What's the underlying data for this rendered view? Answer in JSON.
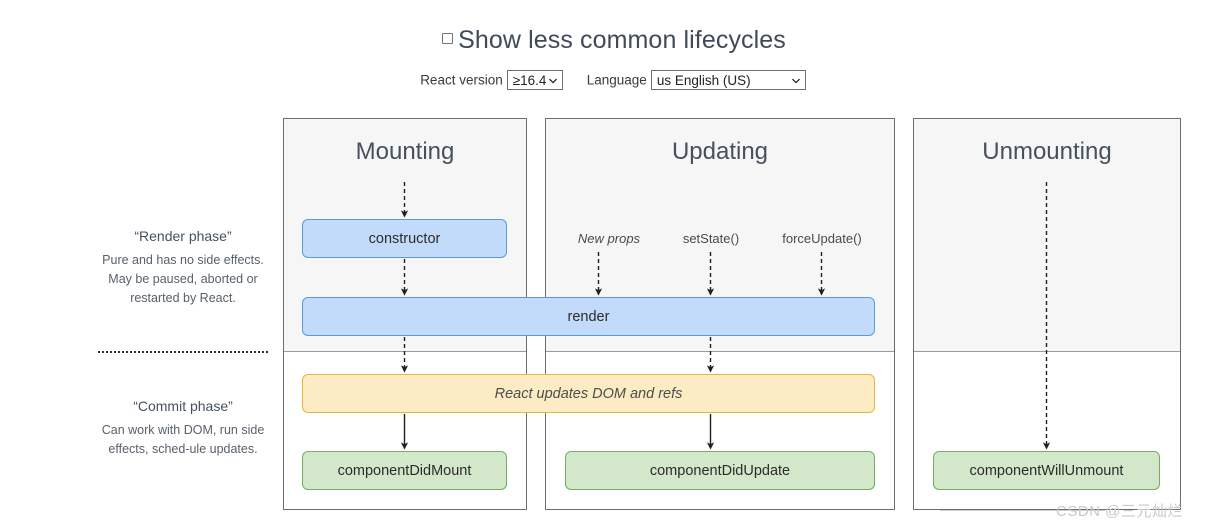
{
  "header": {
    "checkbox_checked": false,
    "title": "Show less common lifecycles",
    "react_version_label": "React version",
    "react_version_value": "≥16.4",
    "language_label": "Language",
    "language_value": "us English (US)",
    "caret_icon": "chevron-down-icon"
  },
  "sidebar": {
    "render_phase": {
      "title": "“Render phase”",
      "description": "Pure and has no side effects. May be paused, aborted or restarted by React."
    },
    "commit_phase": {
      "title": "“Commit phase”",
      "description": "Can work with DOM, run side effects, sched-ule updates."
    }
  },
  "columns": [
    {
      "id": "mounting",
      "title": "Mounting"
    },
    {
      "id": "updating",
      "title": "Updating"
    },
    {
      "id": "unmounting",
      "title": "Unmounting"
    }
  ],
  "boxes": {
    "constructor": "constructor",
    "render": "render",
    "react_updates": "React updates DOM and refs",
    "component_did_mount": "componentDidMount",
    "component_did_update": "componentDidUpdate",
    "component_will_unmount": "componentWillUnmount"
  },
  "triggers": {
    "new_props": "New props",
    "set_state": "setState()",
    "force_update": "forceUpdate()"
  },
  "colors": {
    "blue_fill": "#c3dbfa",
    "blue_border": "#5b9bd5",
    "green_fill": "#d3e8cb",
    "green_border": "#76ab62",
    "yellow_fill": "#fcecc4",
    "yellow_border": "#e8b53c",
    "column_top_bg": "#f6f6f6",
    "title_color": "#45515f"
  },
  "watermark": "CSDN @三元灿烂"
}
